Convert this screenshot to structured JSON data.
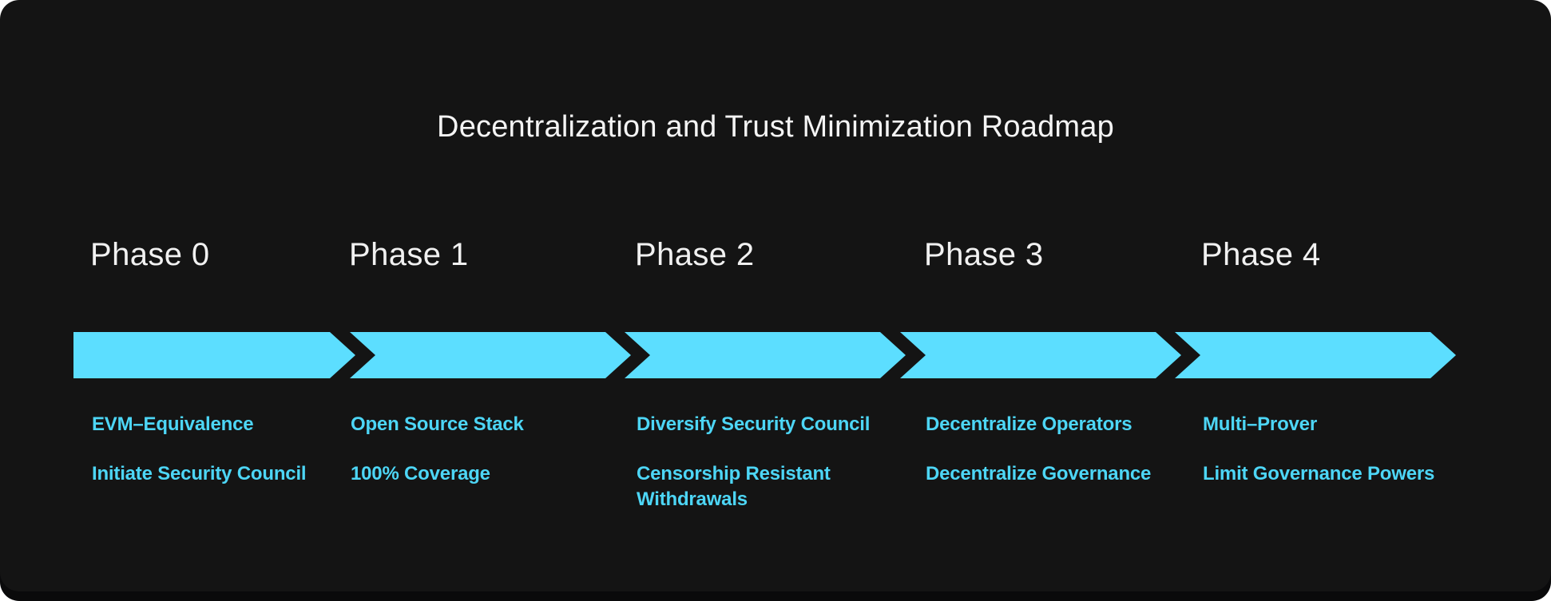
{
  "title": "Decentralization and Trust Minimization Roadmap",
  "phases": [
    {
      "label": "Phase 0",
      "items": [
        "EVM–Equivalence",
        "Initiate Security Council"
      ]
    },
    {
      "label": "Phase 1",
      "items": [
        "Open Source Stack",
        "100% Coverage"
      ]
    },
    {
      "label": "Phase 2",
      "items": [
        "Diversify Security Council",
        "Censorship Resistant\nWithdrawals"
      ]
    },
    {
      "label": "Phase 3",
      "items": [
        "Decentralize Operators",
        "Decentralize Governance"
      ]
    },
    {
      "label": "Phase 4",
      "items": [
        "Multi–Prover",
        "Limit Governance Powers"
      ]
    }
  ],
  "colors": {
    "page_background": "#FFFFFF",
    "card_background": "#141414",
    "footer_strip": "#0A0A0B",
    "arrow": "#5CDEFF",
    "item_text": "#4DD6F6",
    "heading_text": "#F1F1F1",
    "title_text": "#F4F4F4"
  },
  "arrow_segment_count": 5
}
